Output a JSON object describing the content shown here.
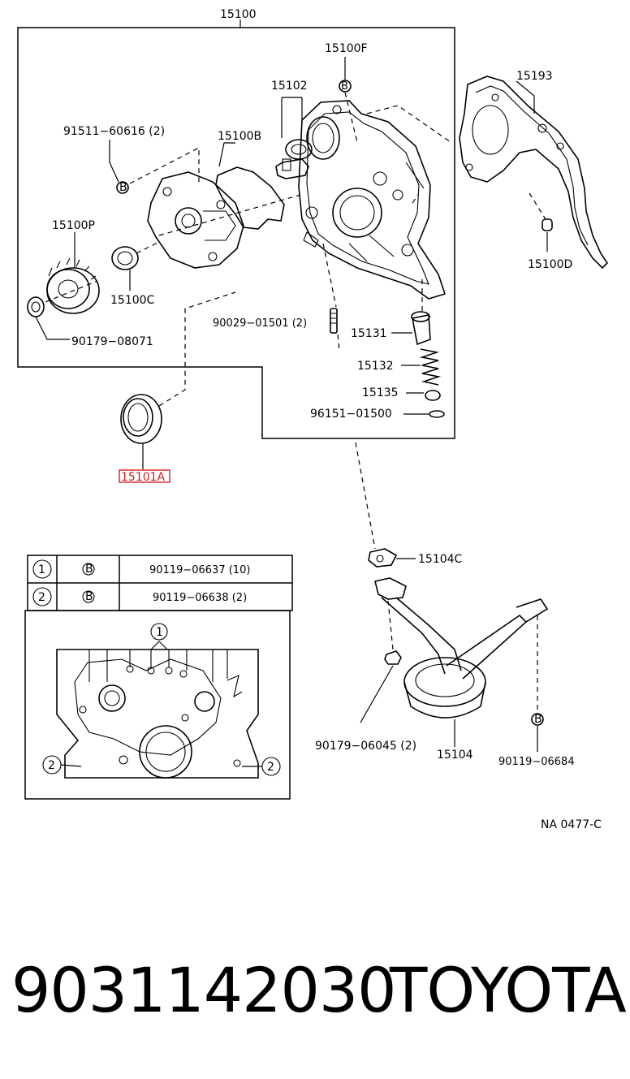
{
  "diagram": {
    "labels": {
      "l15100": "15100",
      "l15100F": "15100F",
      "l15102": "15102",
      "l15193": "15193",
      "l91511": "91511−60616 (2)",
      "l15100B": "15100B",
      "l15100P": "15100P",
      "l15100C": "15100C",
      "l15100D": "15100D",
      "l90179_08071": "90179−08071",
      "l90029": "90029−01501 (2)",
      "l15131": "15131",
      "l15132": "15132",
      "l15135": "15135",
      "l96151": "96151−01500",
      "l15101A": "15101A",
      "l15104C": "15104C",
      "l90179_06045": "90179−06045 (2)",
      "l15104": "15104",
      "l90119_06684": "90119−06684",
      "code": "NA 0477-C"
    },
    "bolt_table": {
      "rows": [
        {
          "num": "1",
          "mark": "B",
          "part": "90119−06637 (10)"
        },
        {
          "num": "2",
          "mark": "B",
          "part": "90119−06638 (2)"
        }
      ]
    },
    "callouts": {
      "c1": "1",
      "c2a": "2",
      "c2b": "2"
    },
    "bolt_mark": "B",
    "highlight_color": "#d42020"
  },
  "footer": {
    "part_number": "9031142030",
    "brand": "TOYOTA"
  }
}
